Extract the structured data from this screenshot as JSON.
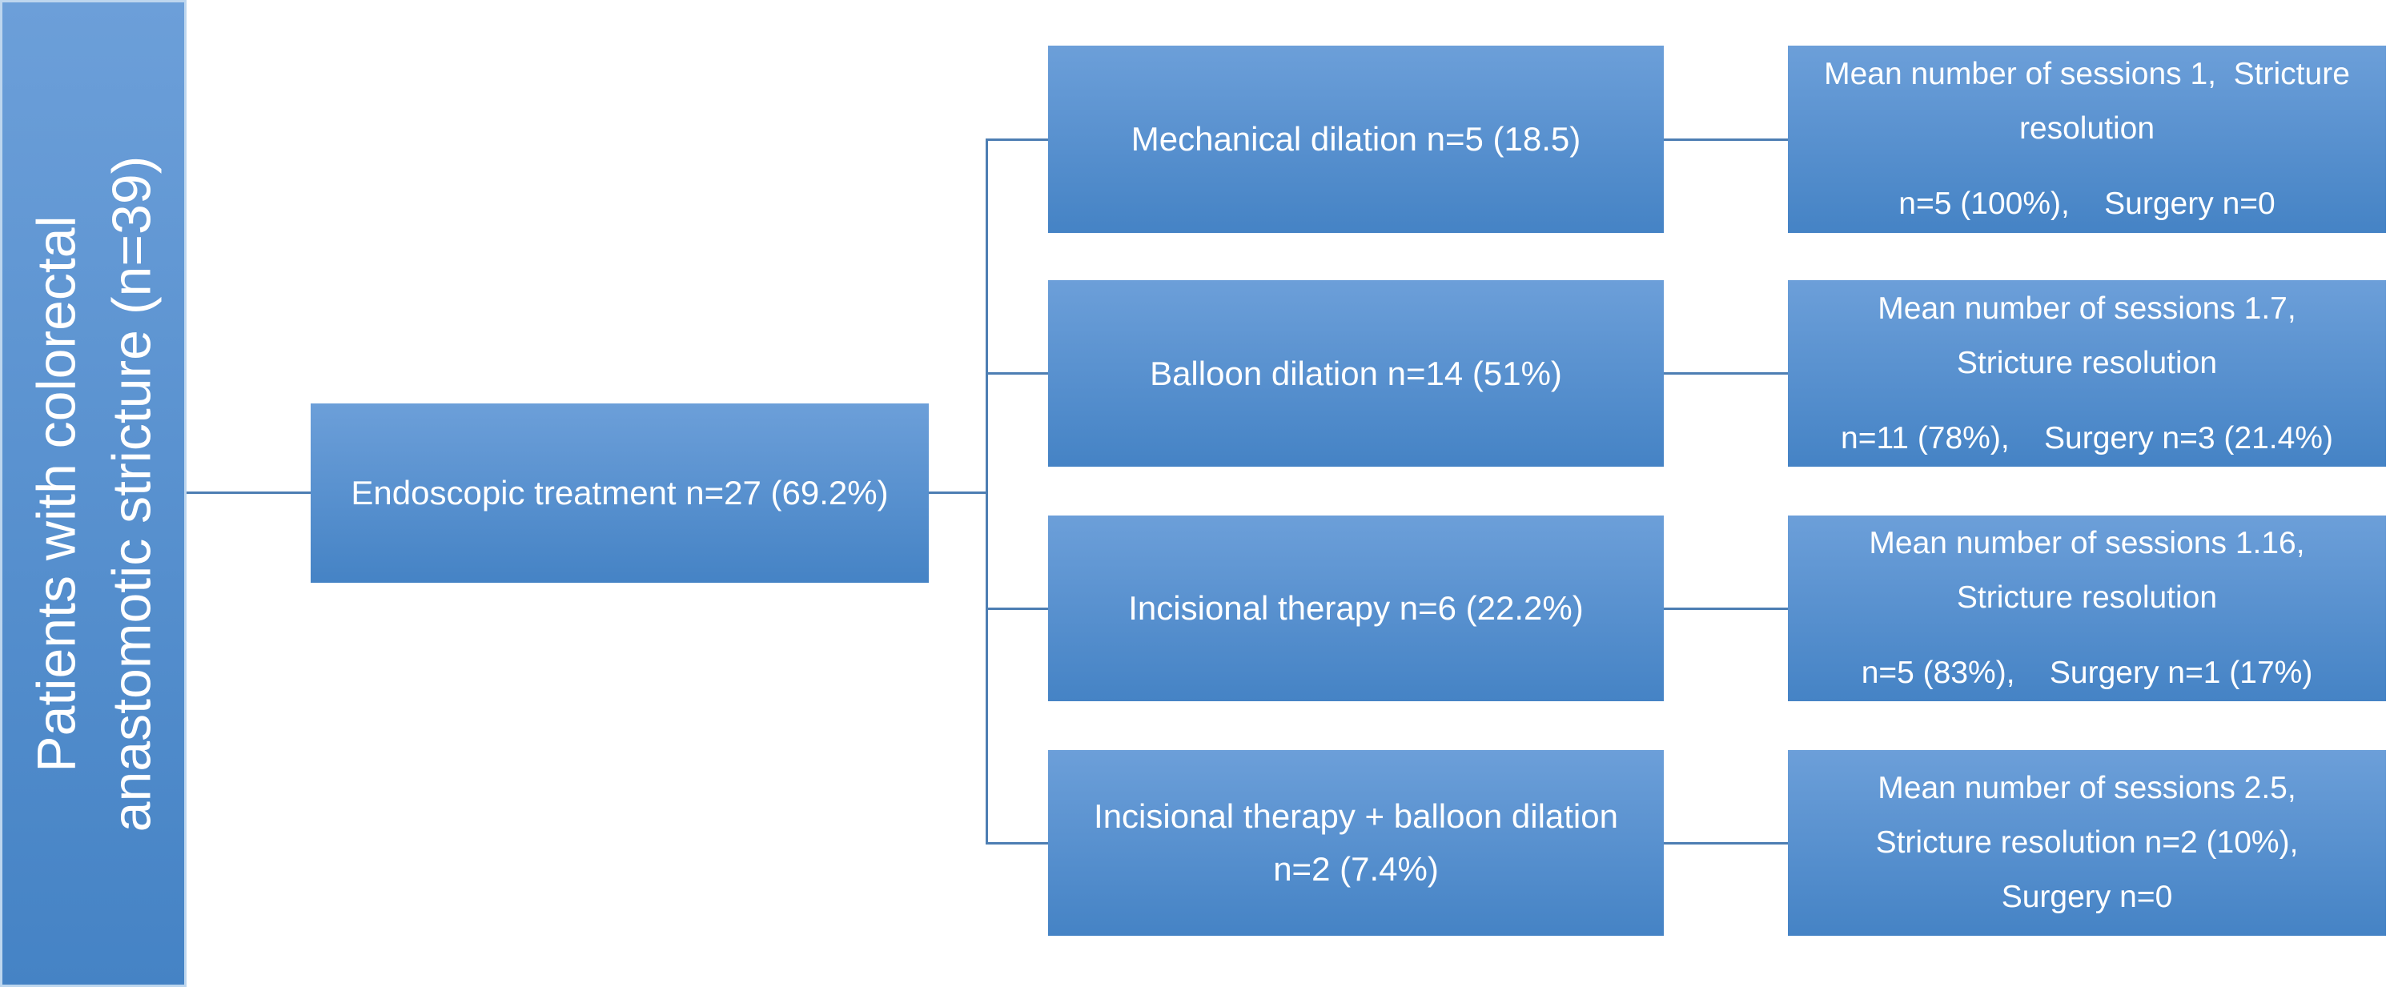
{
  "colors": {
    "node_gradient_top": "#6C9FD9",
    "node_gradient_bottom": "#4583C5",
    "connector_line": "#4D7EB3",
    "node_outline": "#BDD6EE",
    "text": "#FFFFFF"
  },
  "root": {
    "label": "Patients with colorectal anastomotic stricture (n=39)",
    "lines": [
      "Patients with colorectal",
      "anastomotic stricture (n=39)"
    ]
  },
  "level1": {
    "label": "Endoscopic treatment n=27 (69.2%)"
  },
  "branches": [
    {
      "treatment_label": "Mechanical dilation n=5 (18.5)",
      "treatment_lines": [
        "Mechanical dilation n=5 (18.5)"
      ],
      "outcome_label": "Mean number of sessions 1, Stricture resolution n=5 (100%), Surgery n=0",
      "outcome_lines": [
        "Mean number of sessions 1,  Stricture",
        "resolution",
        "n=5 (100%),    Surgery n=0"
      ]
    },
    {
      "treatment_label": "Balloon dilation n=14 (51%)",
      "treatment_lines": [
        "Balloon dilation n=14 (51%)"
      ],
      "outcome_label": "Mean number of sessions 1.7, Stricture resolution n=11 (78%), Surgery n=3 (21.4%)",
      "outcome_lines": [
        "Mean number of sessions 1.7,",
        "Stricture resolution",
        "n=11 (78%),    Surgery n=3 (21.4%)"
      ]
    },
    {
      "treatment_label": "Incisional therapy n=6 (22.2%)",
      "treatment_lines": [
        "Incisional therapy n=6 (22.2%)"
      ],
      "outcome_label": "Mean number of sessions 1.16, Stricture resolution n=5 (83%), Surgery n=1 (17%)",
      "outcome_lines": [
        "Mean number of sessions 1.16,",
        "Stricture resolution",
        "n=5 (83%),    Surgery n=1 (17%)"
      ]
    },
    {
      "treatment_label": "Incisional therapy + balloon dilation n=2 (7.4%)",
      "treatment_lines": [
        "Incisional therapy + balloon dilation",
        "n=2 (7.4%)"
      ],
      "outcome_label": "Mean number of sessions 2.5, Stricture resolution n=2 (10%), Surgery n=0",
      "outcome_lines": [
        "Mean number of sessions 2.5,",
        "Stricture resolution n=2 (10%),",
        "Surgery n=0"
      ]
    }
  ]
}
